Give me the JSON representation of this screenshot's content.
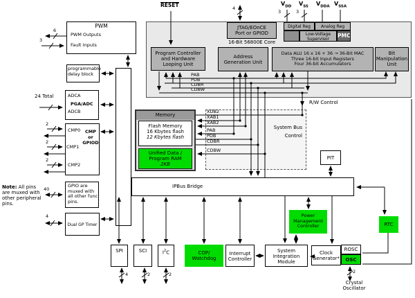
{
  "reset_label": "RESET",
  "power_pins": [
    {
      "base": "V",
      "sub": "DD",
      "width": "3"
    },
    {
      "base": "V",
      "sub": "SS",
      "width": "3"
    },
    {
      "base": "V",
      "sub": "DDA",
      "width": ""
    },
    {
      "base": "V",
      "sub": "SSA",
      "width": ""
    }
  ],
  "jtag": {
    "line1": "JTAG/EOnCE",
    "line2": "Port or GPIOD",
    "pin_count": "4"
  },
  "regs": {
    "digital": "Digital Reg",
    "analog": "Analog Reg",
    "lvs1": "Low-Voltage",
    "lvs2": "Supervisor",
    "pmc": "PMC"
  },
  "core": {
    "label": "16-Bit 56800E Core",
    "pc1": "Program Controller",
    "pc2": "and Hardware",
    "pc3": "Looping Unit",
    "agu1": "Address",
    "agu2": "Generation Unit",
    "alu1": "Data ALU 16 x 16 + 36 → 36-Bit MAC",
    "alu2": "Three 16-bit Input Registers",
    "alu3": "Four 36-bit Accumulators",
    "bmu1": "Bit",
    "bmu2": "Manipulation",
    "bmu3": "Unit",
    "buses": [
      "PAB",
      "PDB",
      "CDBR",
      "CDBW"
    ]
  },
  "rw_control": "R/W Control",
  "memory": {
    "title": "Memory",
    "flash1": "Flash Memory",
    "flash2": "16 Kbytes flash",
    "flash3": "12 Kbytes flash",
    "ram1": "Unified Data /",
    "ram2": "Program RAM",
    "ram3": "2KB"
  },
  "sbc": {
    "line1": "System Bus",
    "line2": "Control"
  },
  "mem_buses": [
    "XDB2",
    "XAB1",
    "XAB2",
    "PAB",
    "PDB",
    "CDBR",
    "CDBW"
  ],
  "pit": "PIT",
  "ipbus": "IPBus Bridge",
  "left": {
    "pwm_title": "PWM",
    "pwm_outputs": "PWM Outputs",
    "pwm_outputs_width": "6",
    "pwm_faults": "Fault Inputs",
    "pwm_faults_width": "3",
    "delay1": "programmable",
    "delay2": "delay block",
    "adc1": "ADCA",
    "adc2": "PGA/ADC",
    "adc3": "ADCB",
    "adc_total": "24 Total",
    "cmp0": "CMP0",
    "cmp1": "CMP1",
    "cmp2": "CMP2",
    "cmp_or1": "CMP",
    "cmp_or2": "or",
    "cmp_or3": "GPIOD",
    "cmp_width": "2",
    "gpio1": "GPIO are",
    "gpio2": "muxed with",
    "gpio3": "all other func",
    "gpio4": "pins.",
    "gpio_width": "40",
    "timer": "Dual GP Timer",
    "timer_width": "4",
    "note_bold": "Note:",
    "note1": " All pins",
    "note2": "are muxed with",
    "note3": "other peripheral",
    "note4": "pins."
  },
  "bottom": {
    "spi": "SPI",
    "spi_width": "4",
    "sci": "SCI",
    "sci_width": "2",
    "i2c_pre": "I",
    "i2c_sup": "2",
    "i2c_post": "C",
    "i2c_width": "2",
    "cop1": "COP/",
    "cop2": "Watchdog",
    "intc1": "Interrupt",
    "intc2": "Controller",
    "sim1": "System",
    "sim2": "Integration",
    "sim3": "Module",
    "clk1": "Clock",
    "clk2": "Generator*",
    "rosc": "ROSC",
    "osc": "OSC",
    "osc_width": "2",
    "pmc1": "Power",
    "pmc2": "Management",
    "pmc3": "Controller",
    "rtc": "RTC",
    "crystal1": "Crystal",
    "crystal2": "Oscillator"
  },
  "colors": {
    "green": "#00DC00",
    "core_gray": "#e9e9e9",
    "block_gray": "#b3b3b3",
    "dark_gray": "#6a6a6a",
    "filler_gray": "#8f8f8f",
    "mem_header": "#9a9a9a"
  }
}
